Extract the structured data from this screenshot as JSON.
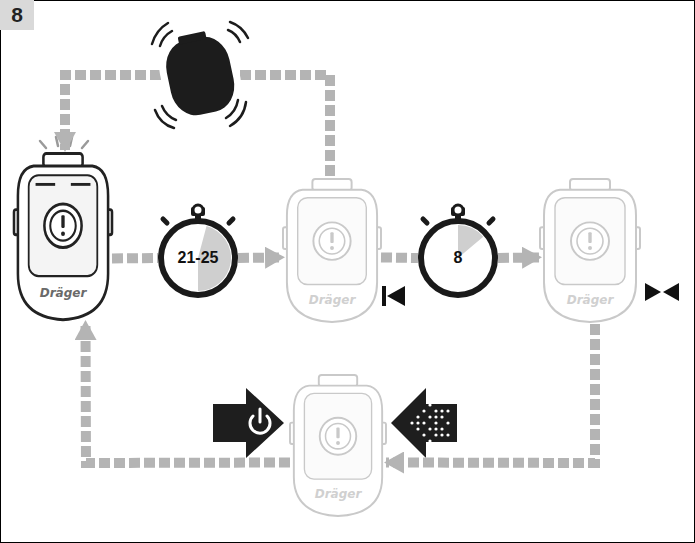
{
  "diagram": {
    "nodes": [
      {
        "text": [
          "Dräger"
        ]
      },
      {
        "text": [
          "21-25"
        ]
      },
      {
        "text": [
          "Dräger"
        ]
      },
      {
        "text": [
          "8"
        ]
      },
      {
        "text": [
          "Dräger"
        ]
      },
      {
        "text": [
          "Dräger"
        ]
      }
    ],
    "edges": [
      {
        "from": 0,
        "to": 1,
        "arrow": "none"
      },
      {
        "from": 1,
        "to": 2,
        "arrow": "to"
      },
      {
        "from": 2,
        "to": 3,
        "arrow": "none"
      },
      {
        "from": 3,
        "to": 4,
        "arrow": "to"
      },
      {
        "from": 4,
        "to": 5,
        "arrow": "to"
      },
      {
        "from": 5,
        "to": 0,
        "arrow": "to"
      },
      {
        "from": 2,
        "to": 0,
        "arrow": "to"
      }
    ],
    "labels": [
      "8"
    ]
  }
}
